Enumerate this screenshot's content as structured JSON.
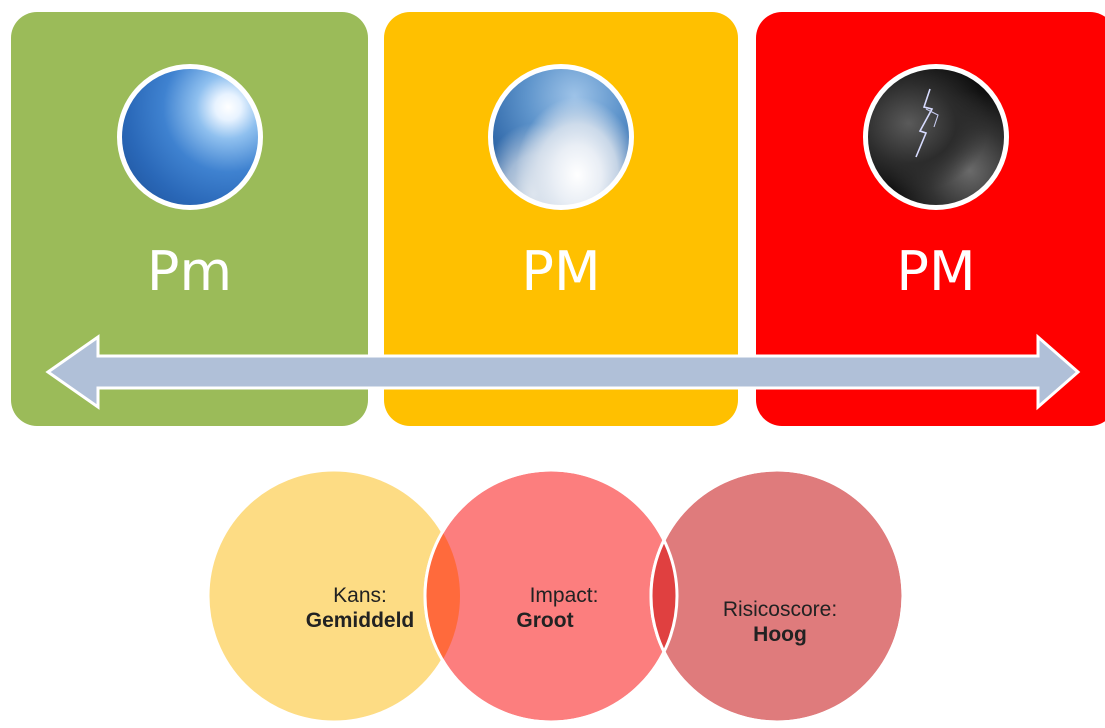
{
  "colors": {
    "green": "#9bbb59",
    "amber": "#ffc000",
    "red": "#ff0000",
    "arrow": "#b0c0d8",
    "circle_kans": "#fddc84",
    "circle_impact": "#fc7e7e",
    "circle_risico": "#df7b7c"
  },
  "panels": [
    {
      "label": "Pm",
      "icon": "sunny-sky-icon"
    },
    {
      "label": "PM",
      "icon": "cloudy-sky-icon"
    },
    {
      "label": "PM",
      "icon": "storm-sky-icon"
    }
  ],
  "venn": [
    {
      "label": "Kans:",
      "value": "Gemiddeld"
    },
    {
      "label": "Impact:",
      "value": "Groot"
    },
    {
      "label": "Risicoscore:",
      "value": "Hoog"
    }
  ]
}
